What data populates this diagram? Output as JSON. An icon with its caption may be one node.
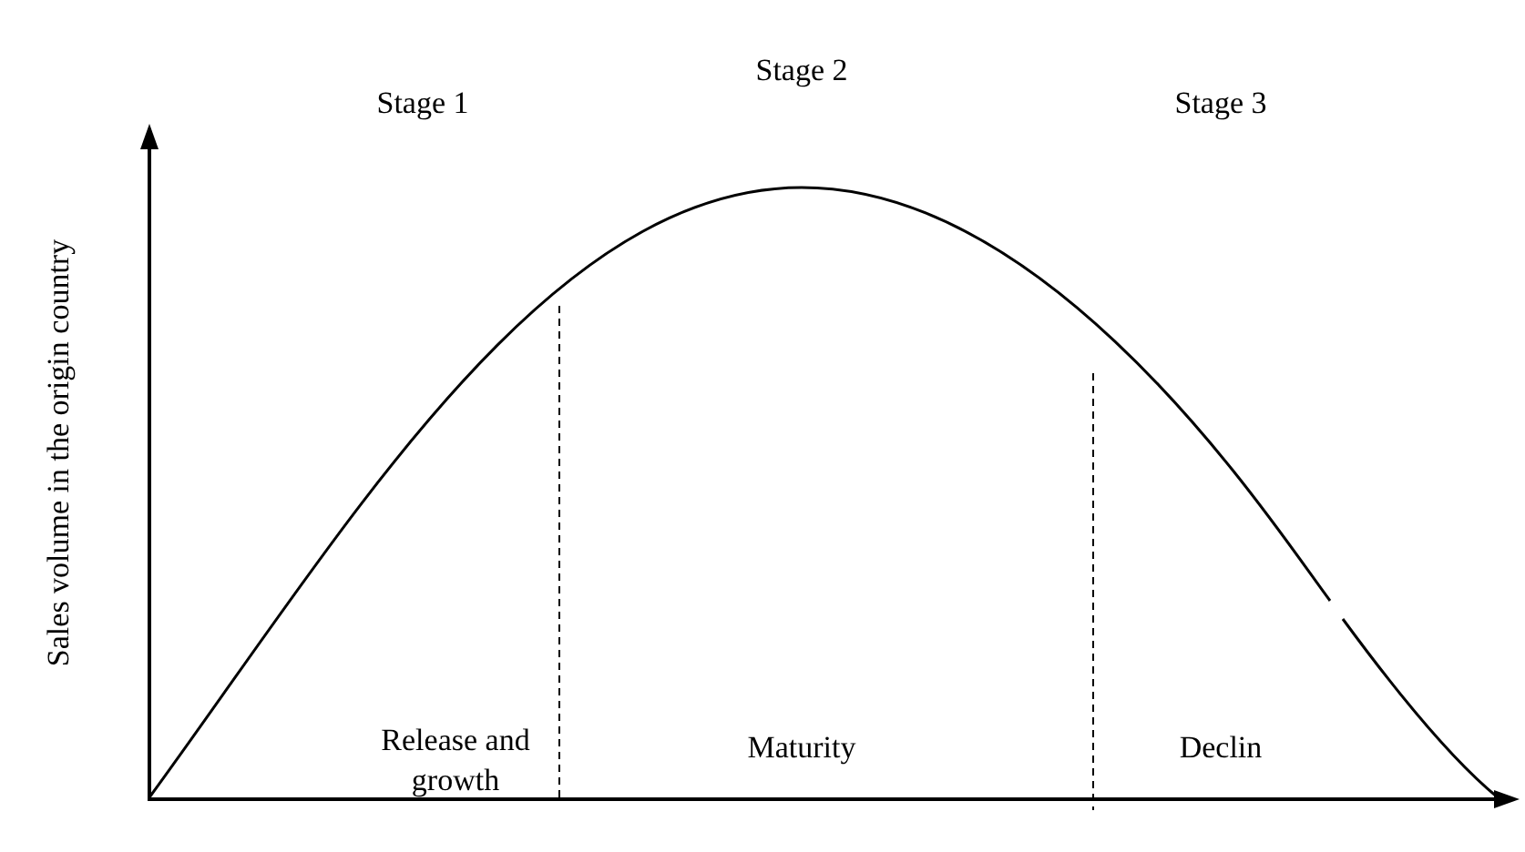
{
  "diagram": {
    "labels": [
      "Stage 1",
      "Stage 2",
      "Stage 3",
      "Sales volume in the origin country",
      "Release and growth",
      "Maturity",
      "Declin"
    ]
  }
}
